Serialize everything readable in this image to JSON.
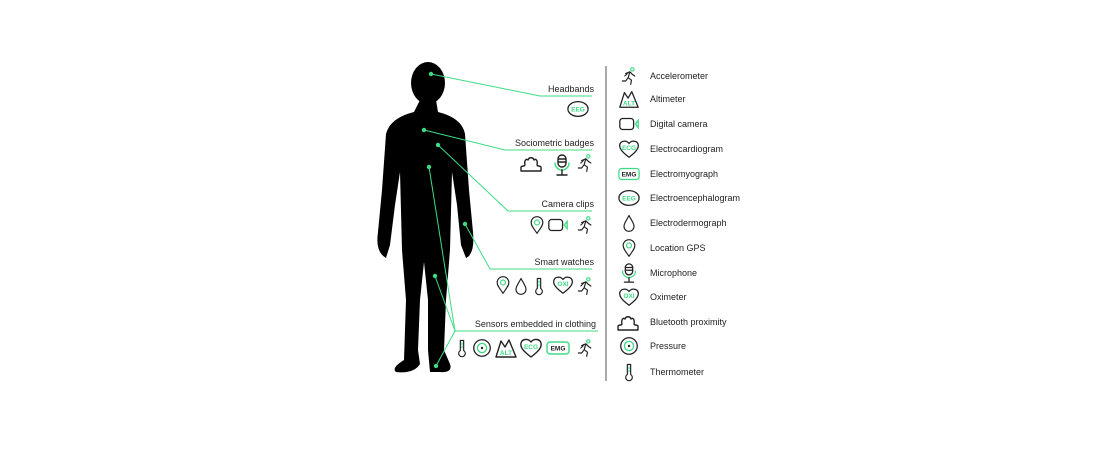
{
  "colors": {
    "accent": "#3ddc84",
    "body": "#000000",
    "text": "#222222"
  },
  "groups": [
    {
      "label": "Headbands",
      "icons": [
        "eeg-icon"
      ]
    },
    {
      "label": "Sociometric badges",
      "icons": [
        "bluetooth-proximity-icon",
        "microphone-icon",
        "accelerometer-icon"
      ]
    },
    {
      "label": "Camera clips",
      "icons": [
        "location-gps-icon",
        "digital-camera-icon",
        "accelerometer-icon"
      ]
    },
    {
      "label": "Smart watches",
      "icons": [
        "location-gps-icon",
        "electrodermograph-icon",
        "thermometer-icon",
        "oximeter-icon",
        "accelerometer-icon"
      ]
    },
    {
      "label": "Sensors embedded in clothing",
      "icons": [
        "thermometer-icon",
        "pressure-icon",
        "altimeter-icon",
        "electrocardiogram-icon",
        "electromyograph-icon",
        "accelerometer-icon"
      ]
    }
  ],
  "legend": [
    {
      "label": "Accelerometer",
      "icon": "accelerometer-icon"
    },
    {
      "label": "Altimeter",
      "icon": "altimeter-icon"
    },
    {
      "label": "Digital camera",
      "icon": "digital-camera-icon"
    },
    {
      "label": "Electrocardiogram",
      "icon": "electrocardiogram-icon"
    },
    {
      "label": "Electromyograph",
      "icon": "electromyograph-icon"
    },
    {
      "label": "Electroencephalogram",
      "icon": "eeg-icon"
    },
    {
      "label": "Electrodermograph",
      "icon": "electrodermograph-icon"
    },
    {
      "label": "Location GPS",
      "icon": "location-gps-icon"
    },
    {
      "label": "Microphone",
      "icon": "microphone-icon"
    },
    {
      "label": "Oximeter",
      "icon": "oximeter-icon"
    },
    {
      "label": "Bluetooth proximity",
      "icon": "bluetooth-proximity-icon"
    },
    {
      "label": "Pressure",
      "icon": "pressure-icon"
    },
    {
      "label": "Thermometer",
      "icon": "thermometer-icon"
    }
  ],
  "icon_text": {
    "alt": "ALT",
    "ecg": "ECG",
    "emg": "EMG",
    "eeg": "EEG",
    "oxi": "OXI"
  }
}
